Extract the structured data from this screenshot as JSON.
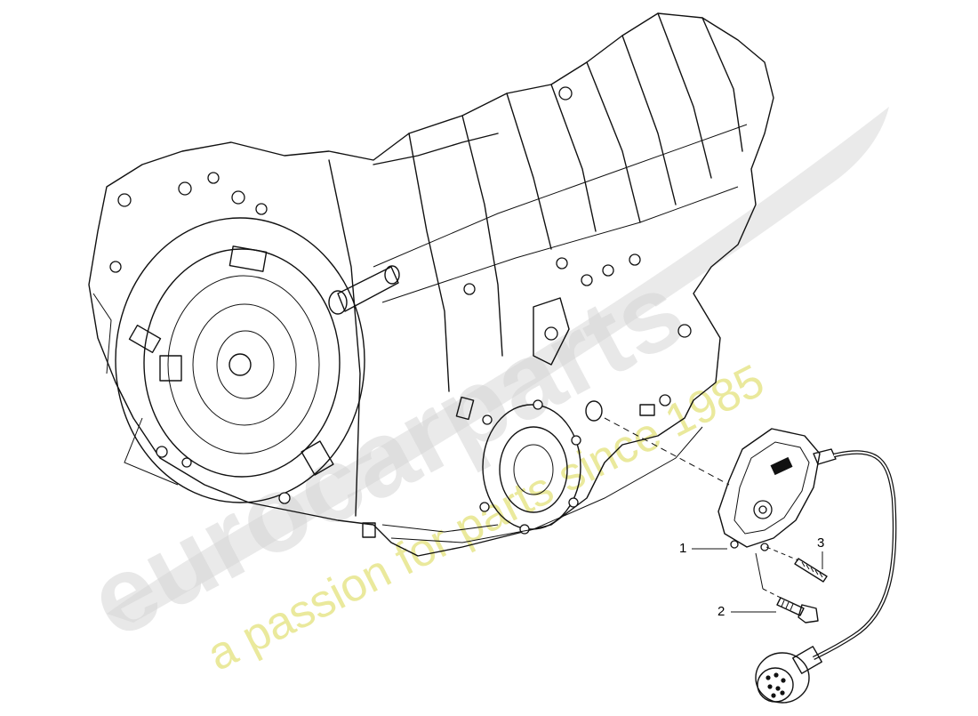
{
  "diagram": {
    "callouts": [
      {
        "id": "1",
        "label": "1"
      },
      {
        "id": "2",
        "label": "2"
      },
      {
        "id": "3",
        "label": "3"
      }
    ],
    "watermark": {
      "brand": "eurocarparts",
      "tagline": "a passion for parts since 1985"
    }
  }
}
